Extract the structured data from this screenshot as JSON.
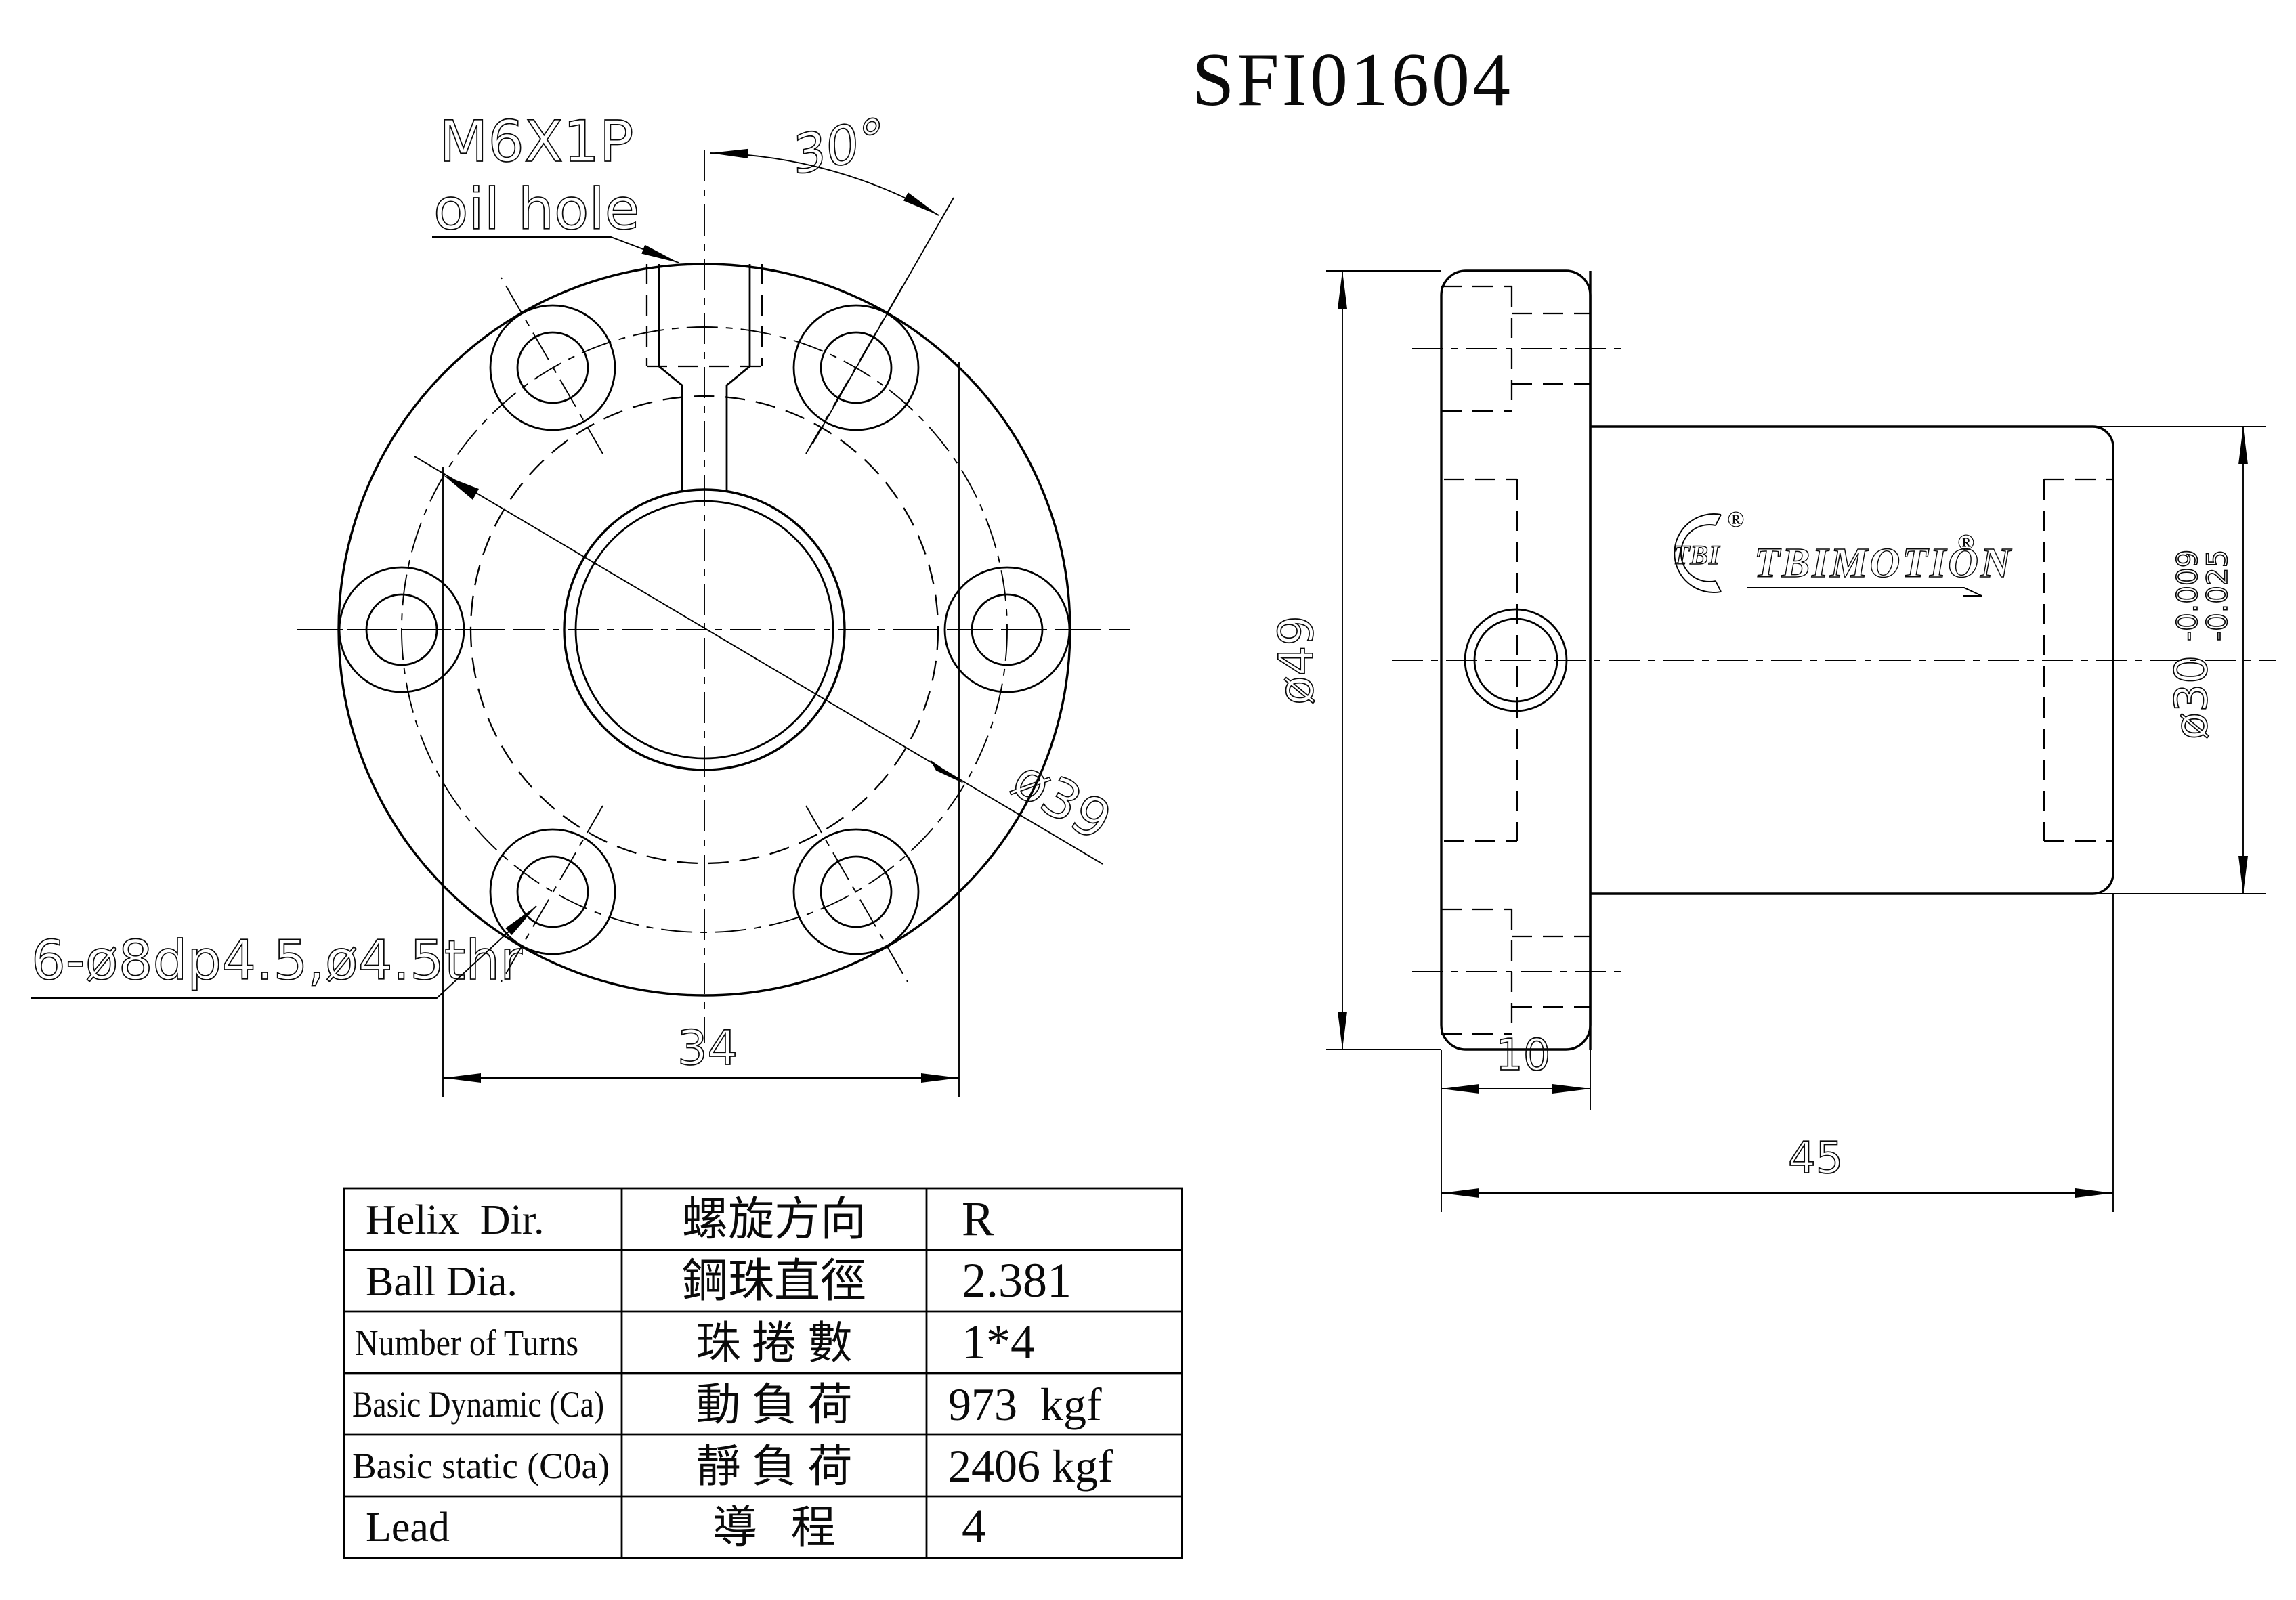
{
  "title": "SFI01604",
  "front_view": {
    "labels": {
      "oil_hole_spec": "M6X1P",
      "oil_hole_name": "oil hole",
      "bolt_angle": "30°",
      "bolt_circle_dia": "ø39",
      "bolt_hole_spec": "6-ø8dp4.5,ø4.5thr",
      "width_dim": "34"
    }
  },
  "side_view": {
    "labels": {
      "flange_dia": "ø49",
      "flange_thickness": "10",
      "total_length": "45",
      "body_dia": "ø30",
      "body_dia_tol_upper": "-0.009",
      "body_dia_tol_lower": "-0.025"
    },
    "logo": {
      "mark": "TBI",
      "wordmark": "TBIMOTION",
      "registered": "®"
    }
  },
  "spec_table": {
    "rows": [
      {
        "en": "Helix  Dir.",
        "zh": "螺旋方向",
        "value": "R"
      },
      {
        "en": "Ball Dia.",
        "zh": "鋼珠直徑",
        "value": "2.381"
      },
      {
        "en": "Number of Turns",
        "zh": "珠 捲 數",
        "value": "1*4"
      },
      {
        "en": "Basic Dynamic (Ca)",
        "zh": "動 負 荷",
        "value": "973  kgf"
      },
      {
        "en": "Basic static (C0a)",
        "zh": "靜 負 荷",
        "value": "2406 kgf"
      },
      {
        "en": "Lead",
        "zh": "導   程",
        "value": "4"
      }
    ]
  },
  "colors": {
    "line": "#000000",
    "background": "#ffffff"
  }
}
